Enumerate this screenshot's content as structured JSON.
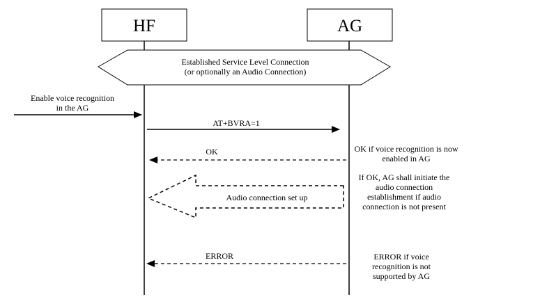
{
  "participants": {
    "hf": "HF",
    "ag": "AG"
  },
  "slc": {
    "line1": "Established Service Level Connection",
    "line2": "(or optionally an Audio Connection)"
  },
  "trigger": {
    "line1": "Enable voice recognition",
    "line2": "in the AG"
  },
  "messages": {
    "at_bvra": "AT+BVRA=1",
    "ok": "OK",
    "audio_setup": "Audio connection set up",
    "error": "ERROR"
  },
  "notes": {
    "ok_note": [
      "OK if voice recognition is now",
      "enabled in AG"
    ],
    "audio_note": [
      "If OK, AG shall initiate the",
      "audio connection",
      "establishment if audio",
      "connection is not present"
    ],
    "error_note": [
      "ERROR if voice",
      "recognition is not",
      "supported by AG"
    ]
  }
}
